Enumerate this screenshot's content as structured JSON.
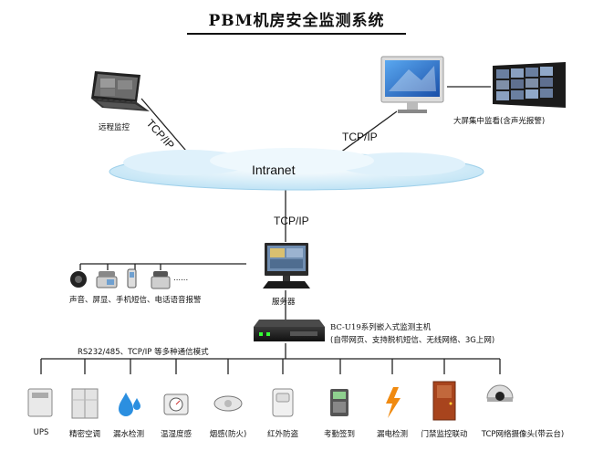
{
  "title": "PBM机房安全监测系统",
  "network": {
    "cloud_label": "Intranet",
    "link_remote": "TCP/IP",
    "link_screen": "TCP/IP",
    "link_server": "TCP/IP"
  },
  "nodes": {
    "remote_monitor": "远程监控",
    "big_screen": "大屏集中监看(含声光报警)",
    "server": "服务器",
    "alarm_outputs": "声音、屏显、手机短信、电话语音报警",
    "host_name": "BC-U19系列嵌入式监测主机",
    "host_desc": "(自带网页、支持脱机短信、无线网络、3G上网)",
    "bus_label": "RS232/485、TCP/IP 等多种通信模式",
    "alarm_more": "......"
  },
  "devices": [
    {
      "label": "UPS",
      "icon": "ups-icon"
    },
    {
      "label": "精密空调",
      "icon": "air-conditioner-icon"
    },
    {
      "label": "漏水检测",
      "icon": "water-drop-icon"
    },
    {
      "label": "温湿度感",
      "icon": "thermometer-hygrometer-icon"
    },
    {
      "label": "烟感(防火)",
      "icon": "smoke-detector-icon"
    },
    {
      "label": "红外防盗",
      "icon": "infrared-sensor-icon"
    },
    {
      "label": "考勤签到",
      "icon": "attendance-terminal-icon"
    },
    {
      "label": "漏电检测",
      "icon": "lightning-icon"
    },
    {
      "label": "门禁监控联动",
      "icon": "door-icon"
    },
    {
      "label": "TCP网络摄像头(带云台)",
      "icon": "dome-camera-icon"
    }
  ],
  "colors": {
    "cloud": "#bfe3f5",
    "screen": "#2a6fd0",
    "drop": "#2b8fe0",
    "lightning": "#f08a10",
    "door": "#a8441d"
  }
}
